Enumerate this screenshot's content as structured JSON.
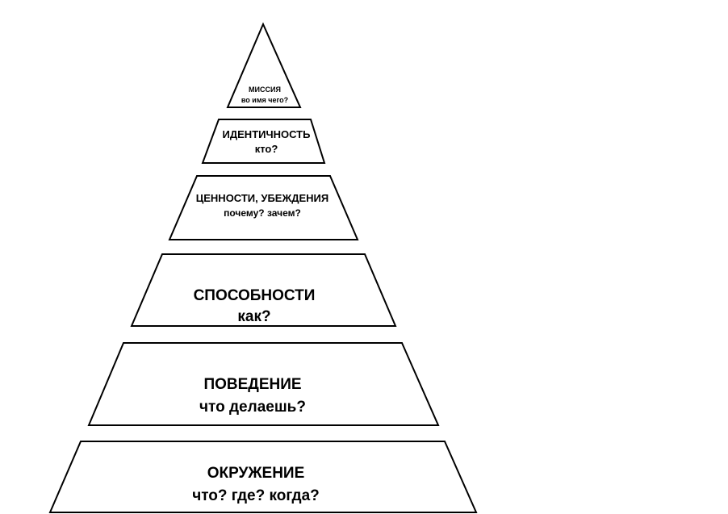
{
  "diagram": {
    "levels": [
      {
        "id": "mission",
        "title": "МИССИЯ",
        "question": "во имя чего?"
      },
      {
        "id": "identity",
        "title": "ИДЕНТИЧНОСТЬ",
        "question": "кто?"
      },
      {
        "id": "values",
        "title": "ЦЕННОСТИ, УБЕЖДЕНИЯ",
        "question": "почему? зачем?"
      },
      {
        "id": "abilities",
        "title": "СПОСОБНОСТИ",
        "question": "как?"
      },
      {
        "id": "behavior",
        "title": "ПОВЕДЕНИЕ",
        "question": "что делаешь?"
      },
      {
        "id": "environment",
        "title": "ОКРУЖЕНИЕ",
        "question": "что? где? когда?"
      }
    ]
  },
  "colors": {
    "stroke": "#000000",
    "fill": "#ffffff",
    "text": "#000000"
  }
}
